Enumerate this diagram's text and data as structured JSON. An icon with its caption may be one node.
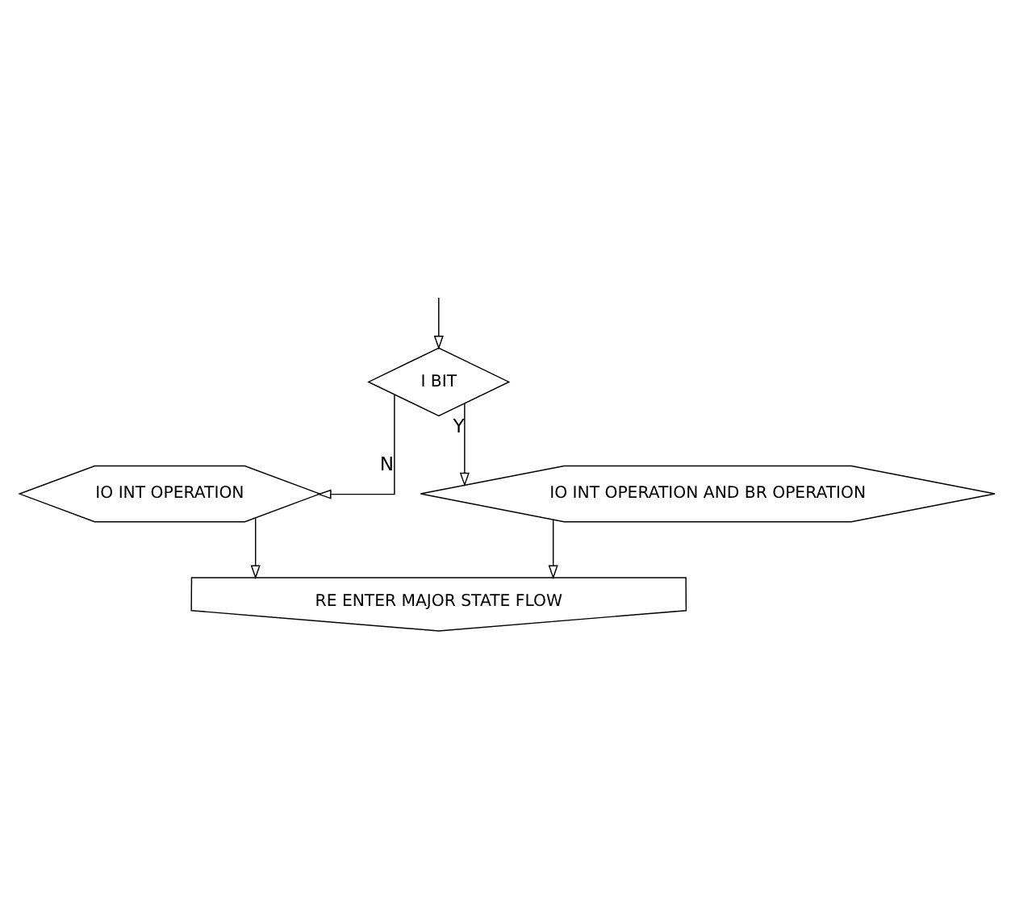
{
  "diagram": {
    "nodes": [
      {
        "text": [
          "I BIT"
        ]
      },
      {
        "text": [
          "IO INT OPERATION"
        ]
      },
      {
        "text": [
          "IO INT OPERATION AND BR OPERATION"
        ]
      },
      {
        "text": [
          "RE ENTER MAJOR STATE FLOW"
        ]
      }
    ],
    "edges": [
      {
        "from": null,
        "to": 0,
        "arrow": "to"
      },
      {
        "from": 0,
        "to": 1,
        "label": "N",
        "arrow": "to"
      },
      {
        "from": 0,
        "to": 2,
        "label": "Y",
        "arrow": "to"
      },
      {
        "from": 1,
        "to": 3,
        "arrow": "to"
      },
      {
        "from": 2,
        "to": 3,
        "arrow": "to"
      }
    ]
  }
}
